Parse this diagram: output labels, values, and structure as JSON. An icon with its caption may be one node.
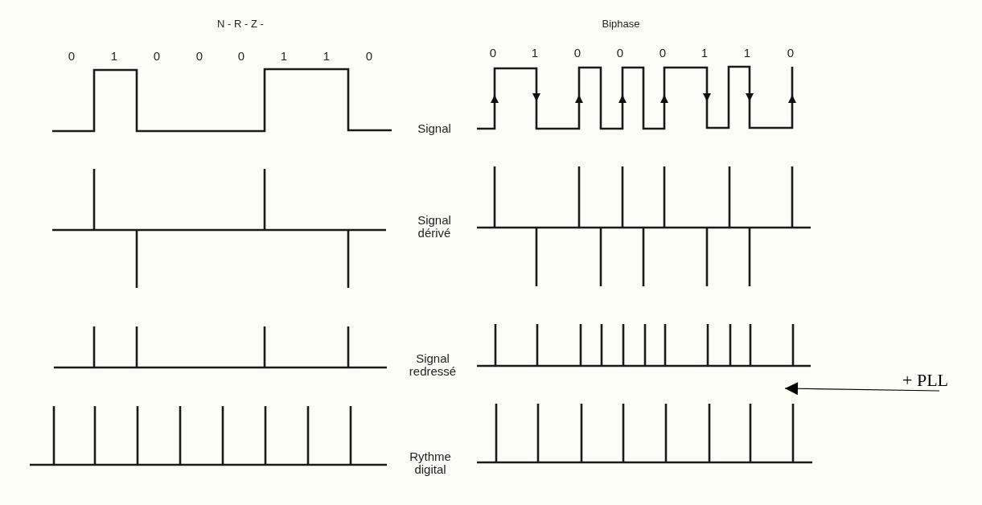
{
  "diagram": {
    "nodes": [
      {
        "text": [
          "+ PLL"
        ]
      },
      {
        "text": [],
        "shape": "picture"
      }
    ],
    "edges": [
      {
        "from": 0,
        "to": 1,
        "arrow": "to"
      }
    ],
    "labels": [
      "N - R - Z -",
      "Biphase",
      "0",
      "1",
      "0",
      "0",
      "0",
      "1",
      "1",
      "0",
      "0",
      "1",
      "0",
      "0",
      "0",
      "1",
      "1",
      "0",
      "Signal",
      "Signal dérivé",
      "Signal redressé",
      "Rythme digital"
    ]
  }
}
